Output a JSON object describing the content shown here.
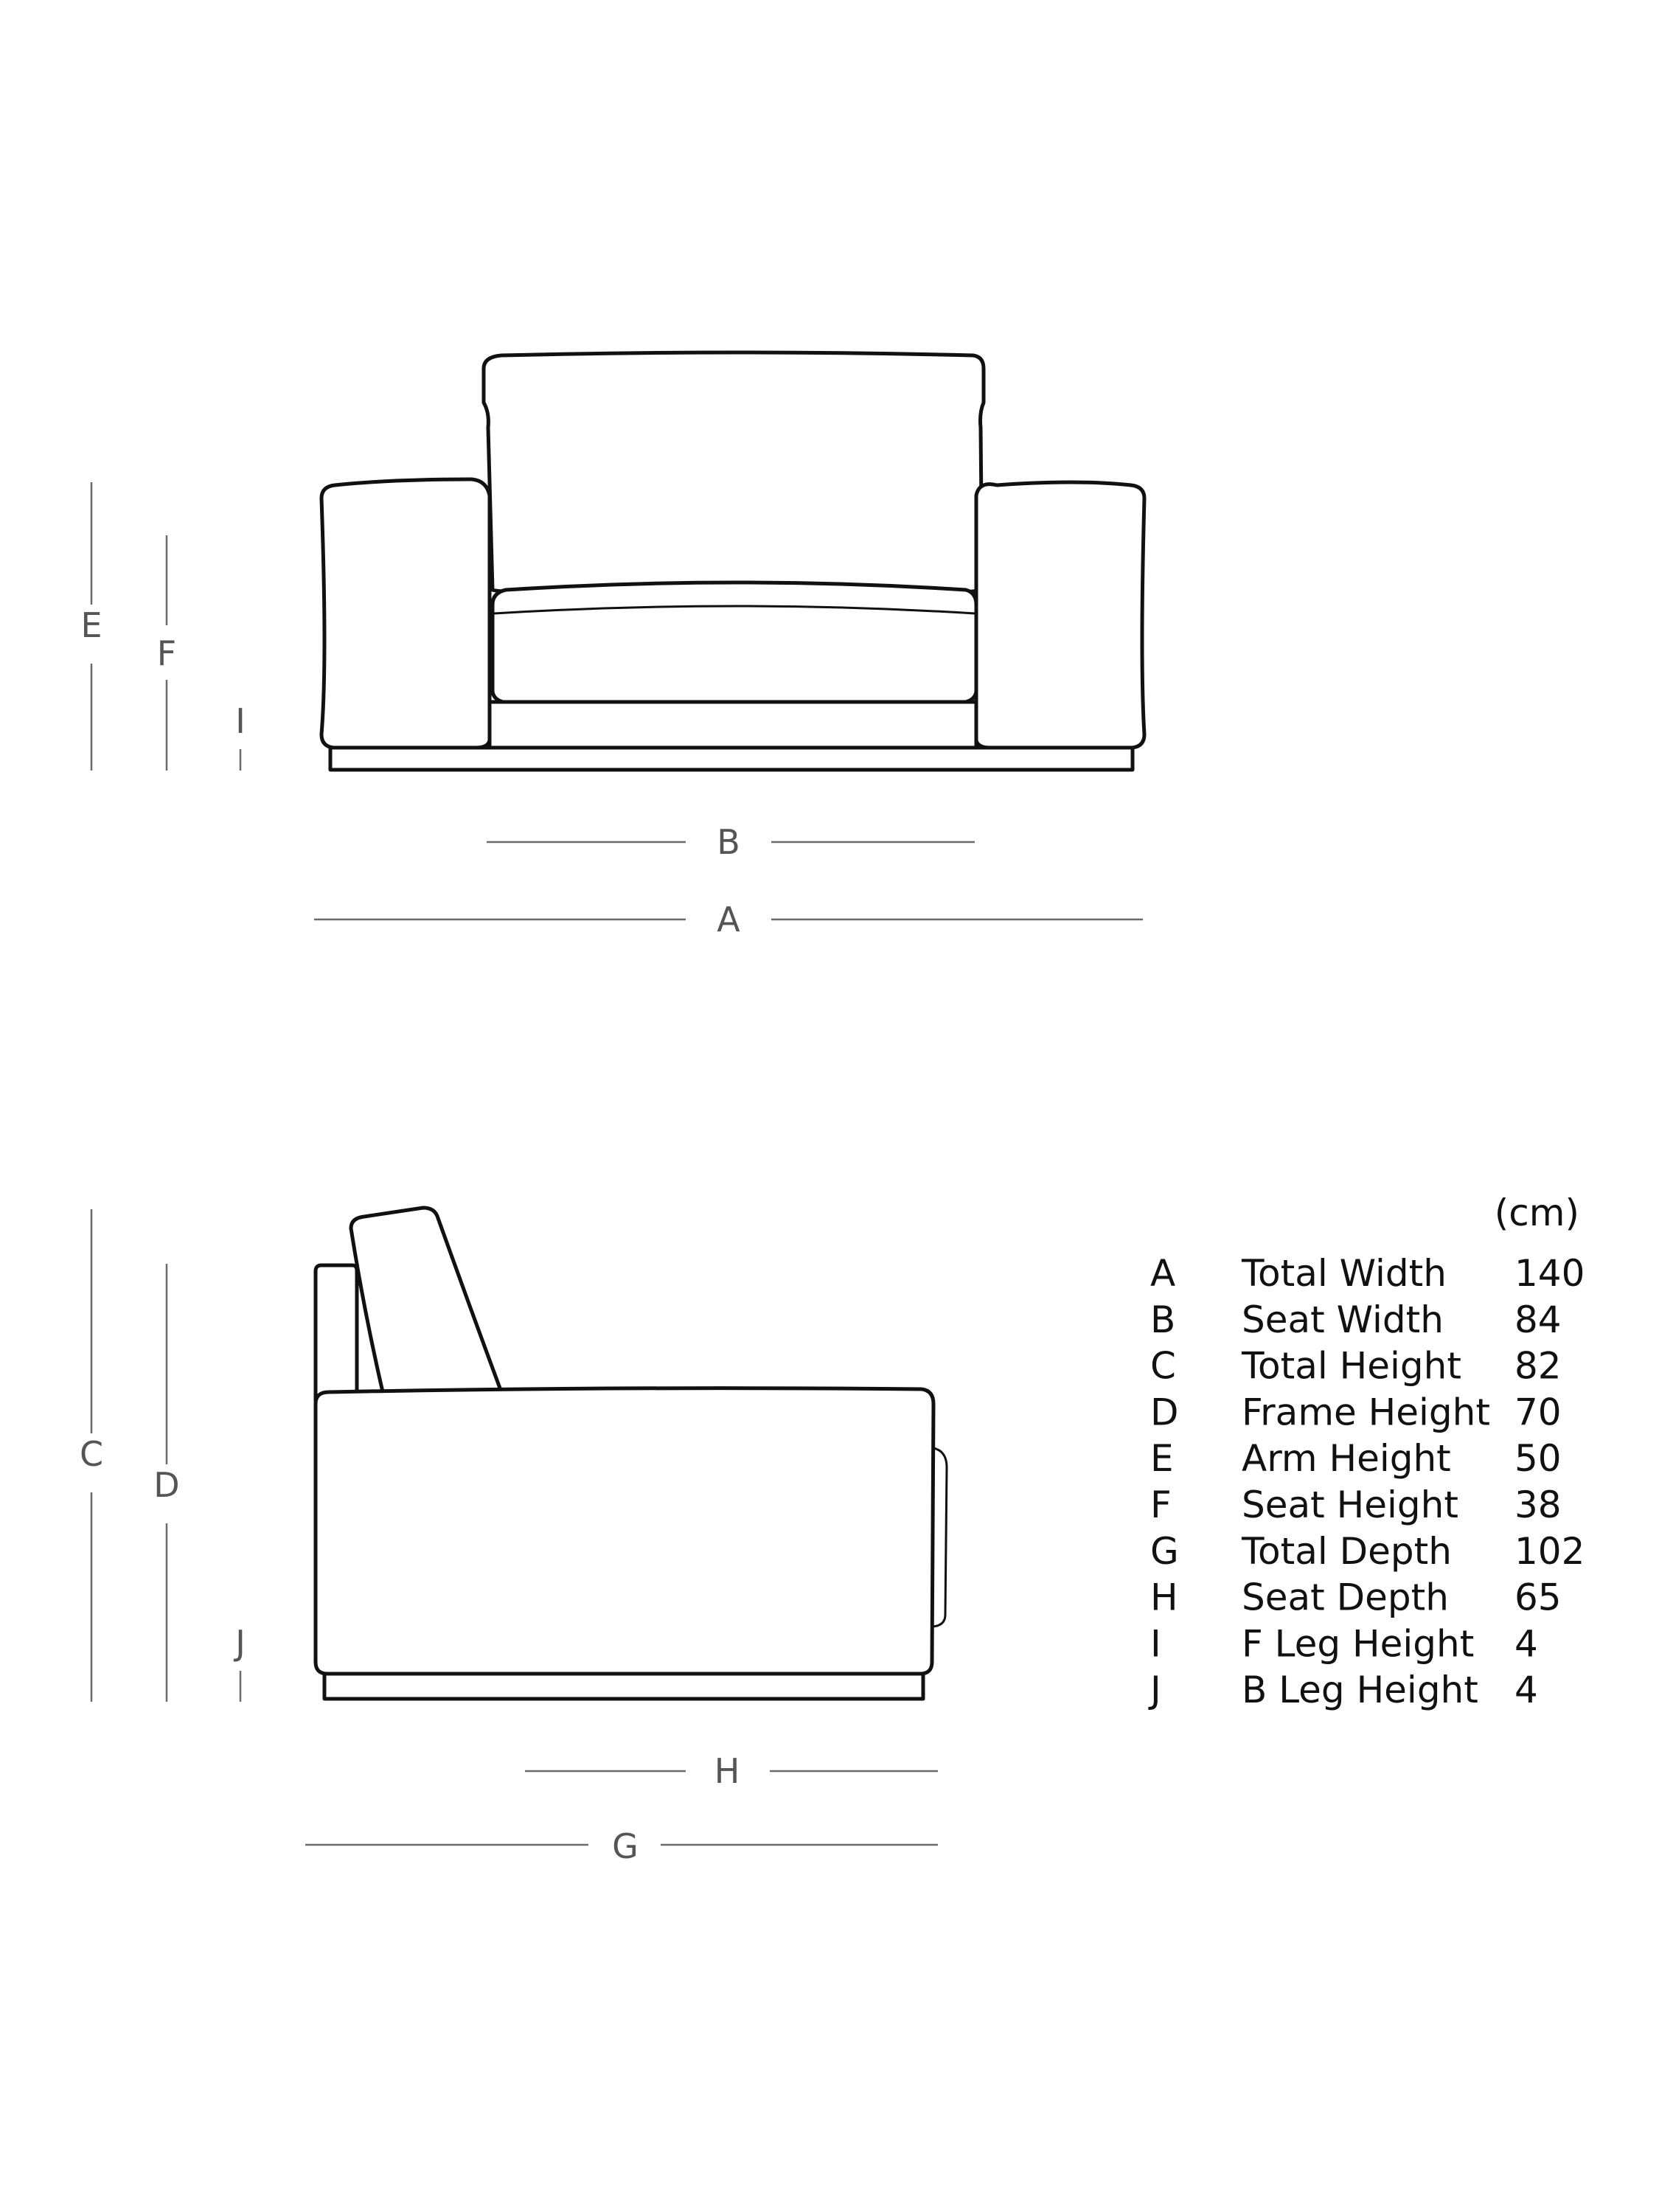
{
  "front_view": {
    "labels": {
      "A": "A",
      "B": "B",
      "E": "E",
      "F": "F",
      "I": "I"
    }
  },
  "side_view": {
    "labels": {
      "C": "C",
      "D": "D",
      "G": "G",
      "H": "H",
      "J": "J"
    }
  },
  "dimensions_table": {
    "unit": "(cm)",
    "rows": [
      {
        "letter": "A",
        "name": "Total Width",
        "value": "140"
      },
      {
        "letter": "B",
        "name": "Seat Width",
        "value": "84"
      },
      {
        "letter": "C",
        "name": "Total Height",
        "value": "82"
      },
      {
        "letter": "D",
        "name": "Frame Height",
        "value": "70"
      },
      {
        "letter": "E",
        "name": "Arm Height",
        "value": "50"
      },
      {
        "letter": "F",
        "name": "Seat Height",
        "value": "38"
      },
      {
        "letter": "G",
        "name": "Total Depth",
        "value": "102"
      },
      {
        "letter": "H",
        "name": "Seat Depth",
        "value": "65"
      },
      {
        "letter": "I",
        "name": "F Leg Height",
        "value": "4"
      },
      {
        "letter": "J",
        "name": "B Leg Height",
        "value": "4"
      }
    ]
  }
}
